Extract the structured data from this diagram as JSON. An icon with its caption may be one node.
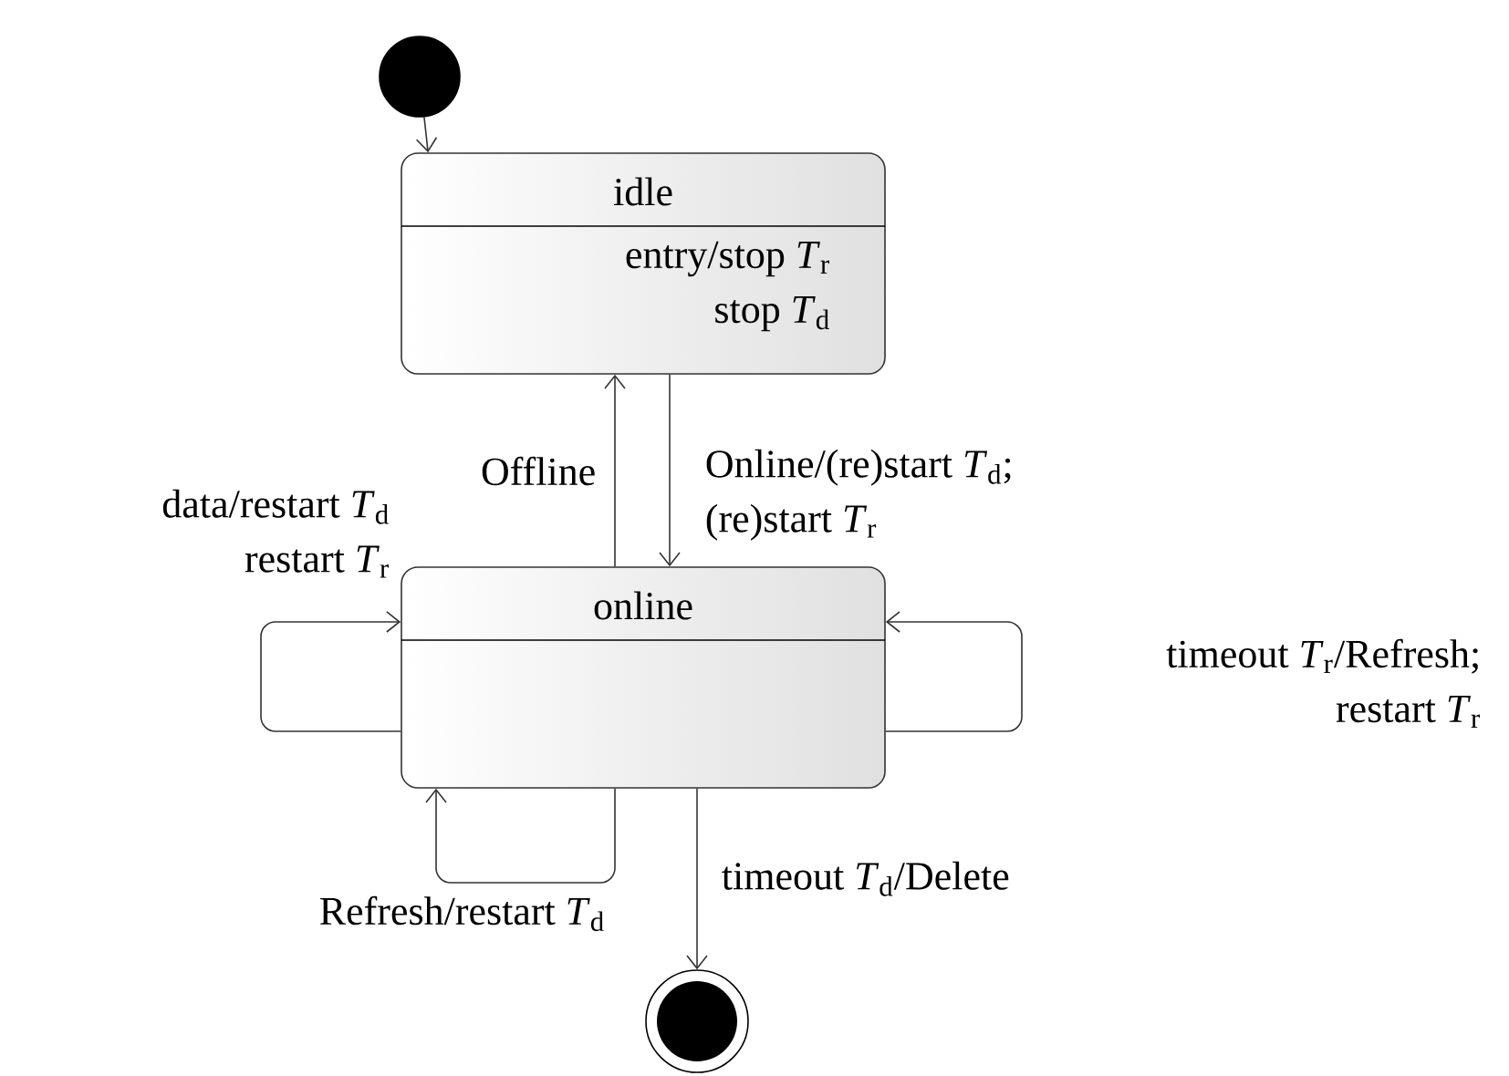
{
  "diagram": {
    "nodes": [
      {
        "text": [],
        "shape": "circle"
      },
      {
        "text": [
          "idle",
          "entry/stop *T*$_{r}$ stop *T*$_{d}$"
        ]
      },
      {
        "text": [
          "online"
        ]
      },
      {
        "text": [],
        "shape": "circle"
      }
    ],
    "edges": [
      {
        "from": 0,
        "to": 1,
        "arrow": "to"
      },
      {
        "from": 2,
        "to": 1,
        "arrow": "to",
        "label": "Offline"
      },
      {
        "from": 1,
        "to": 2,
        "arrow": "to",
        "label": "Online/(re)start *T*$_{d}$; (re)start *T*$_{r}$"
      },
      {
        "from": 2,
        "to": 2,
        "arrow": "to",
        "label": "data/restart *T*$_{d}$ restart *T*$_{r}$"
      },
      {
        "from": 2,
        "to": 2,
        "arrow": "to",
        "label": "timeout *T*$_{r}$/Refresh; restart *T*$_{r}$"
      },
      {
        "from": 2,
        "to": 2,
        "arrow": "to",
        "label": "Refresh/restart *T*$_{d}$"
      },
      {
        "from": 2,
        "to": 3,
        "arrow": "to",
        "label": "timeout *T*$_{d}$/Delete"
      }
    ]
  }
}
